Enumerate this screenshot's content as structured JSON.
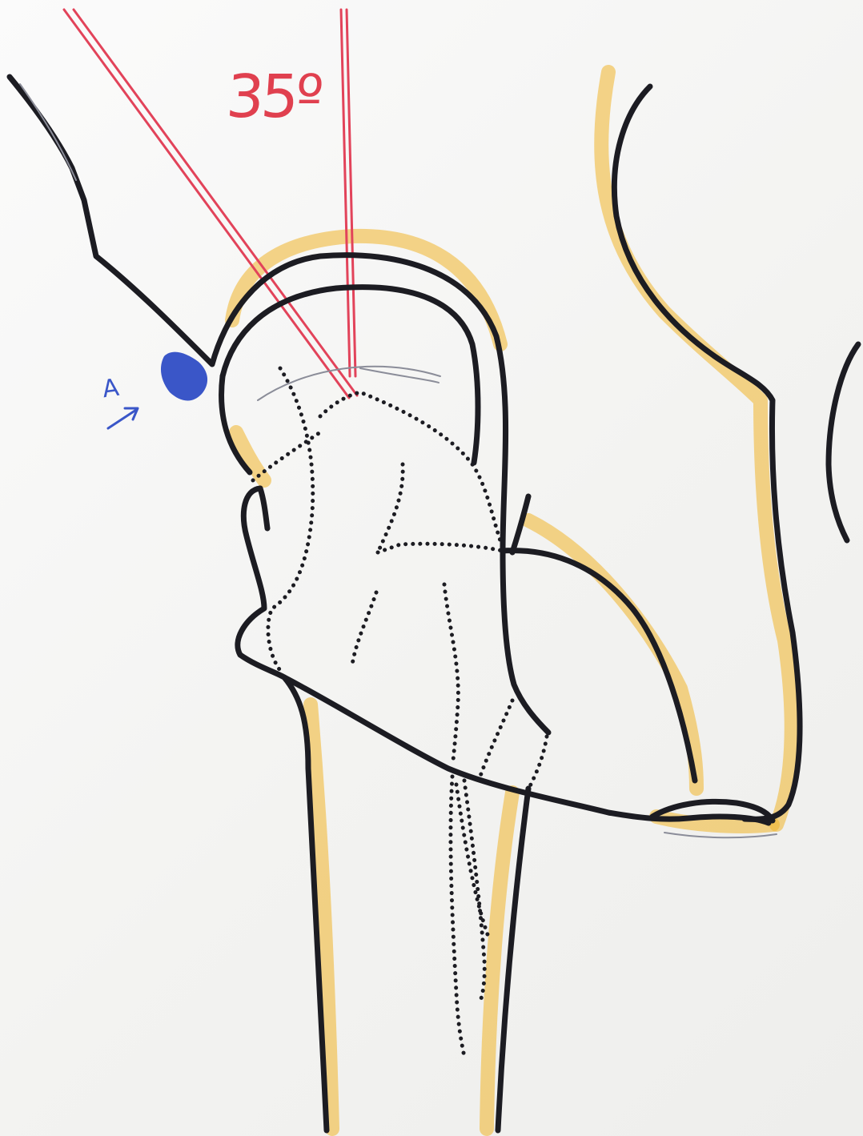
{
  "labels": {
    "angle": "35º",
    "marker": "A"
  },
  "colors": {
    "outline": "#1c1c22",
    "cartilage_shading": "#f1b52a",
    "angle_lines": "#e2435a",
    "marker": "#3a56c8"
  },
  "icons": {
    "arrow": "arrow-up-right-icon",
    "lesion": "blue-lesion-mark"
  }
}
